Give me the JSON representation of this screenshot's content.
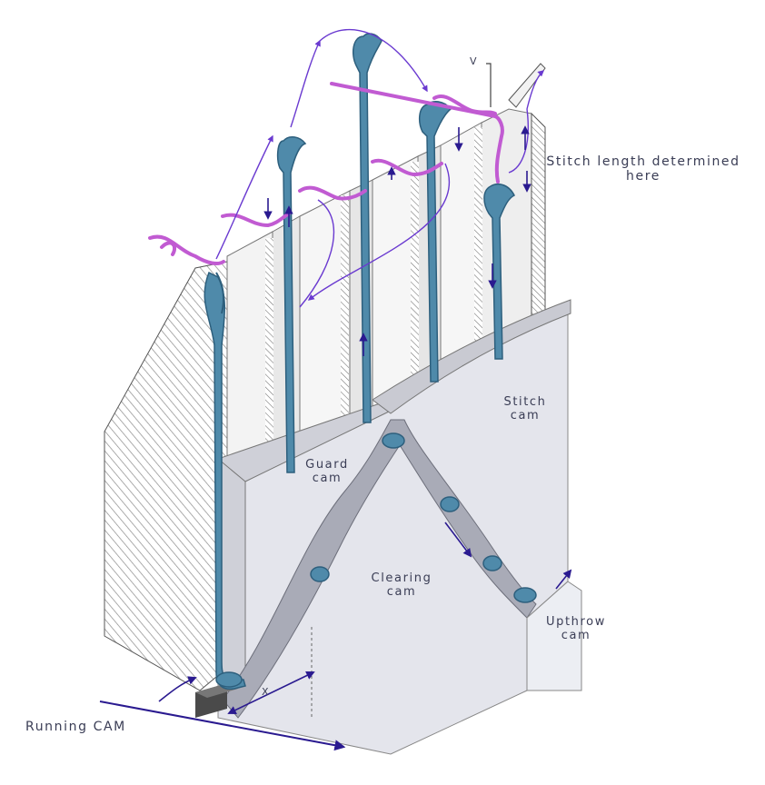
{
  "labels": {
    "stitch_length": "Stitch length determined",
    "stitch_length_2": "here",
    "v_marker": "V",
    "stitch_cam": "Stitch",
    "stitch_cam_2": "cam",
    "guard_cam": "Guard",
    "guard_cam_2": "cam",
    "clearing_cam": "Clearing",
    "clearing_cam_2": "cam",
    "upthrow_cam": "Upthrow",
    "upthrow_cam_2": "cam",
    "x_marker": "X",
    "running_cam": "Running CAM"
  },
  "colors": {
    "needle": "#4f8aaa",
    "needle_dark": "#2d5f7d",
    "yarn": "#c15bd2",
    "arrow": "#2a1a90",
    "cam_face": "#e2e3ea",
    "cam_edge": "#b9bbc6",
    "hatch": "#8a8a8a",
    "text": "#3a3d55"
  }
}
